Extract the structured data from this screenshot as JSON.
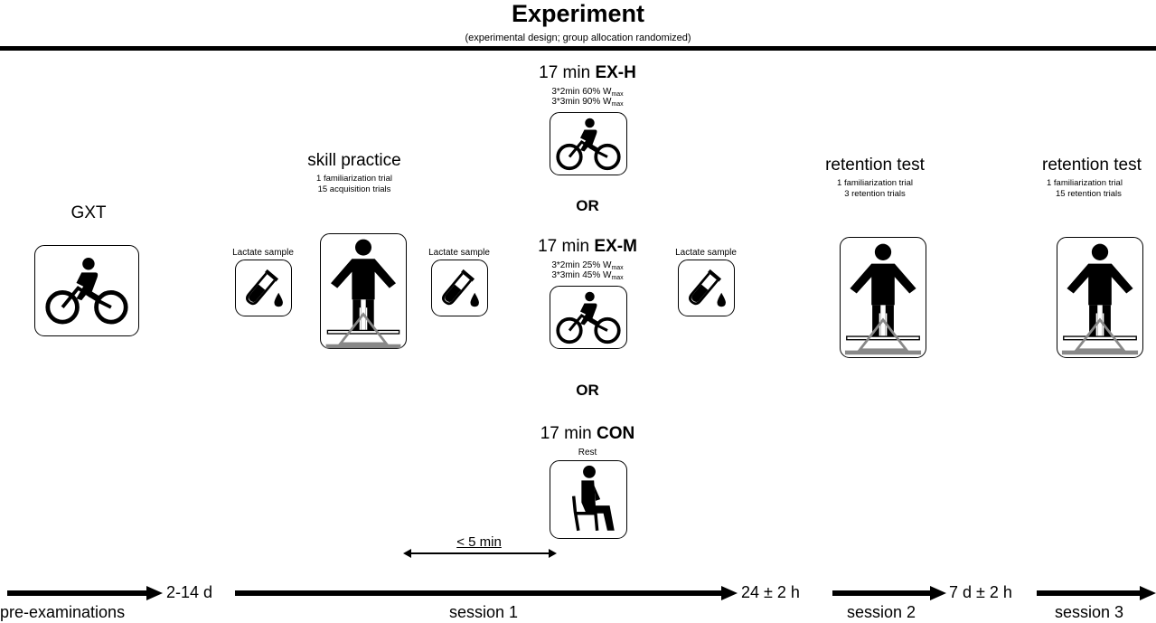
{
  "header": {
    "title": "Experiment",
    "subtitle": "(experimental design; group allocation randomized)"
  },
  "gxt": {
    "label": "GXT",
    "icon": "cyclist-icon"
  },
  "skill_practice": {
    "title": "skill practice",
    "lines": [
      "1 familiarization trial",
      "15 acquisition trials"
    ],
    "icon": "balance-person-icon"
  },
  "lactate": {
    "label": "Lactate sample",
    "icon": "test-tube-drop-icon"
  },
  "conditions": [
    {
      "prefix": "17 min ",
      "name": "EX-H",
      "lines": [
        {
          "text": "3*2min 60% W",
          "sub": "max"
        },
        {
          "text": "3*3min 90% W",
          "sub": "max"
        }
      ],
      "icon": "cyclist-icon"
    },
    {
      "prefix": "17 min ",
      "name": "EX-M",
      "lines": [
        {
          "text": "3*2min 25% W",
          "sub": "max"
        },
        {
          "text": "3*3min 45% W",
          "sub": "max"
        }
      ],
      "icon": "cyclist-icon"
    },
    {
      "prefix": "17 min ",
      "name": "CON",
      "lines": [
        {
          "text": "Rest",
          "sub": ""
        }
      ],
      "icon": "seated-person-icon"
    }
  ],
  "or_label": "OR",
  "retention_tests": [
    {
      "title": "retention test",
      "lines": [
        "1 familiarization trial",
        "3 retention trials"
      ]
    },
    {
      "title": "retention test",
      "lines": [
        "1 familiarization trial",
        "15 retention trials"
      ]
    }
  ],
  "interval_label": "< 5 min",
  "timeline": {
    "sessions": [
      "pre-examinations",
      "session 1",
      "session 2",
      "session 3"
    ],
    "gaps": [
      "2-14 d",
      "24 ± 2 h",
      "7 d ± 2 h"
    ]
  }
}
